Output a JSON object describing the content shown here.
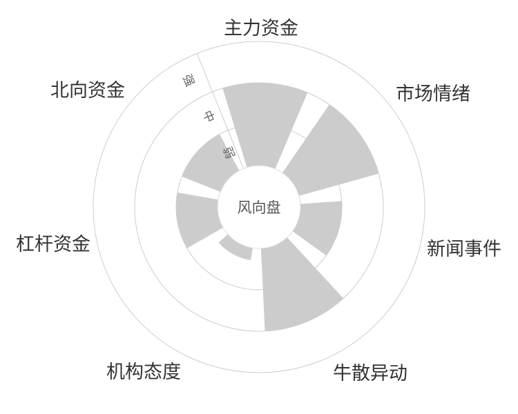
{
  "chart_data": {
    "type": "bar",
    "subtype": "polar-rose",
    "title": "风向盘",
    "categories": [
      "主力资金",
      "市场情绪",
      "新闻事件",
      "牛散异动",
      "机构态度",
      "杠杆资金",
      "北向资金"
    ],
    "values": [
      2,
      2,
      1,
      2,
      0.3,
      1,
      1
    ],
    "radial_ticks": [
      "弱",
      "中",
      "强"
    ],
    "radial_range": [
      0,
      3
    ],
    "colors": {
      "bar": "#cccccc",
      "grid": "#cccccc",
      "label": "#333333"
    }
  }
}
